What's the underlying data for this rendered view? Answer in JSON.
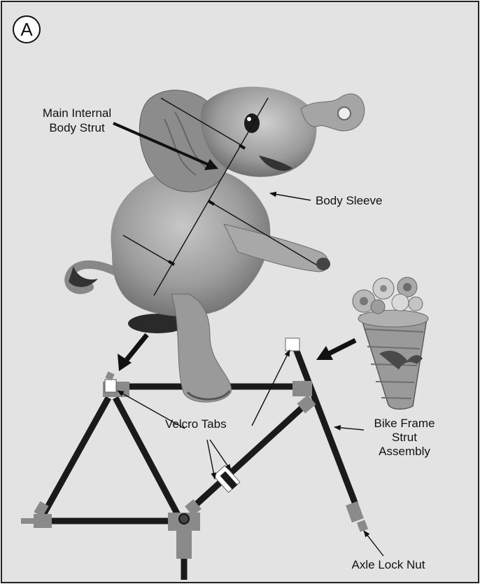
{
  "figure": {
    "badge": "A",
    "labels": {
      "main_strut_line1": "Main Internal",
      "main_strut_line2": "Body Strut",
      "body_sleeve": "Body Sleeve",
      "velcro_tabs": "Velcro Tabs",
      "bike_frame_line1": "Bike Frame",
      "bike_frame_line2": "Strut",
      "bike_frame_line3": "Assembly",
      "axle_lock_nut": "Axle Lock Nut"
    }
  },
  "colors": {
    "background": "#e3e3e3",
    "strut": "#1a1a1a",
    "joint": "#8a8a8a",
    "velcro": "#ffffff",
    "elephant": "#9b9b9b"
  },
  "icons": [
    "elephant-illustration",
    "flower-basket-illustration"
  ]
}
